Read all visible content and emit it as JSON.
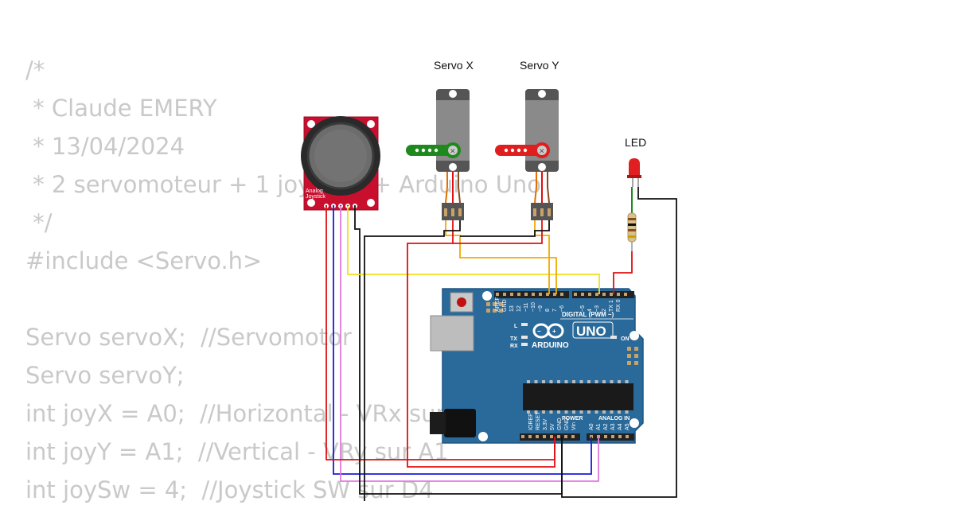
{
  "code_lines": [
    "/*",
    " * Claude EMERY",
    " * 13/04/2024",
    " * 2 servomoteur + 1 joystick + Arduino Uno",
    " */",
    "#include <Servo.h>",
    "",
    "Servo servoX;  //Servomotor",
    "Servo servoY;",
    "int joyX = A0;  //Horizontal - VRx sur A0",
    "int joyY = A1;  //Vertical - VRy sur A1",
    "int joySw = 4;  //Joystick SW sur D4"
  ],
  "components": {
    "servo_x": {
      "label": "Servo X",
      "horn_color": "#1e8a1e"
    },
    "servo_y": {
      "label": "Servo Y",
      "horn_color": "#e01e1e"
    },
    "led": {
      "label": "LED",
      "color": "#e02020"
    },
    "joystick": {
      "label_line1": "Analog",
      "label_line2": "Joystick",
      "board_color": "#c8102e"
    },
    "arduino": {
      "model": "UNO",
      "brand": "ARDUINO",
      "digital_header": "DIGITAL (PWM ~)",
      "power_header": "POWER",
      "analog_header": "ANALOG IN",
      "on_label": "ON",
      "led_l": "L",
      "led_tx": "TX",
      "led_rx": "RX",
      "top_pins": [
        "AREF",
        "GND",
        "13",
        "12",
        "~11",
        "~10",
        "~9",
        "8",
        "7",
        "~6",
        "~5",
        "4",
        "~3",
        "2",
        "TX 1",
        "RX 0"
      ],
      "power_pins": [
        "IOREF",
        "RESET",
        "3.3V",
        "5V",
        "GND",
        "GND",
        "Vin"
      ],
      "analog_pins": [
        "A0",
        "A1",
        "A2",
        "A3",
        "A4",
        "A5"
      ],
      "board_color": "#2a6a9a"
    }
  },
  "wire_colors": {
    "power": "#e01010",
    "ground": "#111111",
    "signal": "#f2a900",
    "vrx": "#1a1adc",
    "vry": "#e07ae0",
    "sw": "#f0e020",
    "led": "#e01010"
  }
}
